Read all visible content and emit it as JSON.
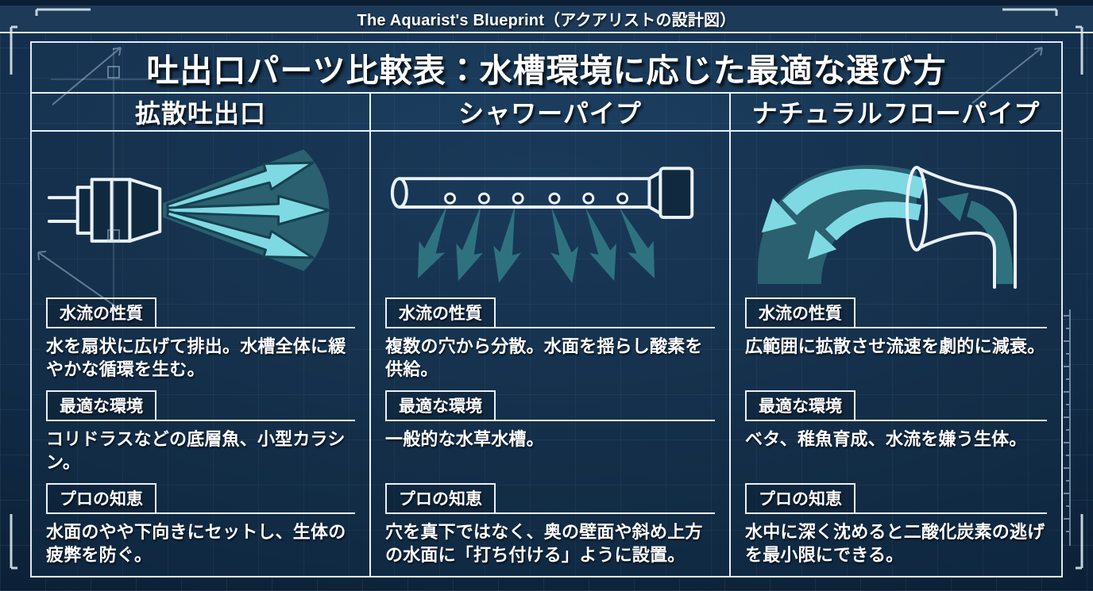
{
  "banner": {
    "text": "The Aquarist's Blueprint（アクアリストの設計図）"
  },
  "title": {
    "text": "吐出口パーツ比較表：水槽環境に応じた最適な選び方"
  },
  "columns": [
    {
      "header": "拡散吐出口",
      "illustration": "diffusion-outlet",
      "sections": [
        {
          "label": "水流の性質",
          "body": "水を扇状に広げて排出。水槽全体に緩やかな循環を生む。"
        },
        {
          "label": "最適な環境",
          "body": "コリドラスなどの底層魚、小型カラシン。"
        },
        {
          "label": "プロの知恵",
          "body": "水面のやや下向きにセットし、生体の疲弊を防ぐ。"
        }
      ]
    },
    {
      "header": "シャワーパイプ",
      "illustration": "shower-pipe",
      "sections": [
        {
          "label": "水流の性質",
          "body": "複数の穴から分散。水面を揺らし酸素を供給。"
        },
        {
          "label": "最適な環境",
          "body": "一般的な水草水槽。"
        },
        {
          "label": "プロの知恵",
          "body": "穴を真下ではなく、奥の壁面や斜め上方の水面に「打ち付ける」ように設置。"
        }
      ]
    },
    {
      "header": "ナチュラルフローパイプ",
      "illustration": "natural-flow-pipe",
      "sections": [
        {
          "label": "水流の性質",
          "body": "広範囲に拡散させ流速を劇的に減衰。"
        },
        {
          "label": "最適な環境",
          "body": "ベタ、稚魚育成、水流を嫌う生体。"
        },
        {
          "label": "プロの知恵",
          "body": "水中に深く沈めると二酸化炭素の逃げを最小限にできる。"
        }
      ]
    }
  ],
  "colors": {
    "pageBg": "#0e2136",
    "panelBg": "#17334f",
    "bannerBg": "#1d3a58",
    "lineWhite": "#e9f1f7",
    "gridLine": "#9cc3e0",
    "fanDark": "#2a6070",
    "arrowLight": "#7fd9e3",
    "arrowEdge": "#16404f",
    "arrowMid": "#2e7280"
  }
}
